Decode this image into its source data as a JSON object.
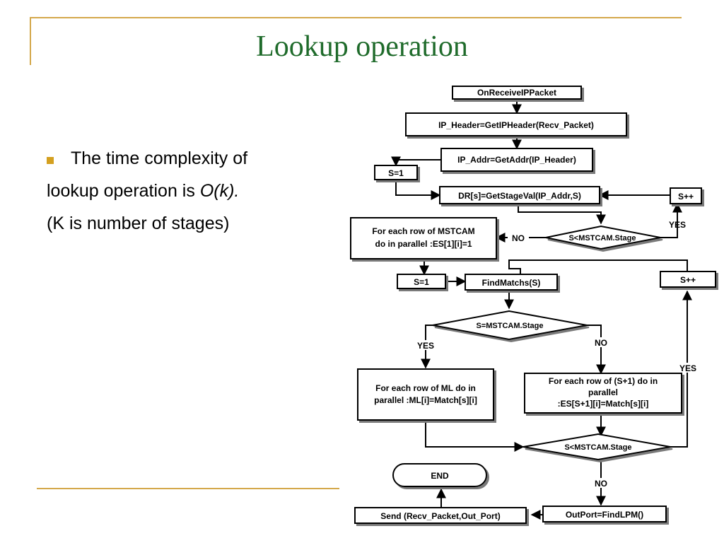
{
  "slide": {
    "title": "Lookup operation",
    "bullet": {
      "line1": "The time complexity of",
      "line2_prefix": "lookup operation is ",
      "line2_math": "O(k).",
      "line3": "(K is number of stages)"
    }
  },
  "flowchart": {
    "nodes": {
      "on_receive": "OnReceiveIPPacket",
      "get_header": "IP_Header=GetIPHeader(Recv_Packet)",
      "get_addr": "IP_Addr=GetAddr(IP_Header)",
      "s_init_1": "S=1",
      "get_stage_val": "DR[s]=GetStageVal(IP_Addr,S)",
      "s_inc_1": "S++",
      "decision_1": "S<MSTCAM.Stage",
      "mstcam_parallel_line1": "For each  row of MSTCAM",
      "mstcam_parallel_line2": "do in parallel :ES[1][i]=1",
      "s_init_2": "S=1",
      "find_matchs": "FindMatchs(S)",
      "s_inc_2": "S++",
      "decision_2": "S=MSTCAM.Stage",
      "ml_parallel_line1": "For each  row of ML do in",
      "ml_parallel_line2": "parallel :ML[i]=Match[s][i]",
      "es_parallel_line1": "For each  row of (S+1) do in",
      "es_parallel_line2": "parallel",
      "es_parallel_line3": ":ES[S+1][i]=Match[s][i]",
      "decision_3": "S<MSTCAM.Stage",
      "end": "END",
      "send": "Send (Recv_Packet,Out_Port)",
      "out_port": "OutPort=FindLPM()"
    },
    "labels": {
      "no_1": "NO",
      "yes_1": "YES",
      "yes_2": "YES",
      "no_2": "NO",
      "yes_3": "YES",
      "no_3": "NO"
    }
  }
}
